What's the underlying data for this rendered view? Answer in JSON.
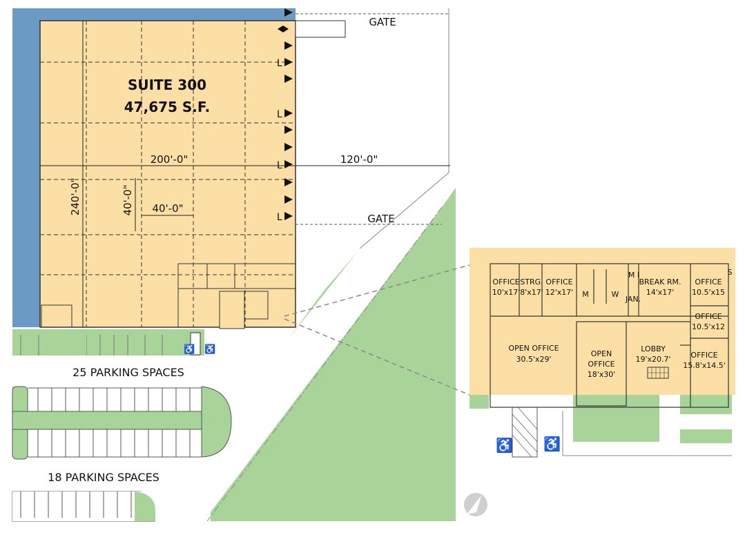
{
  "suite": {
    "name": "SUITE 300",
    "area": "47,675 S.F."
  },
  "dimensions": {
    "width": "200'-0\"",
    "depth": "240'-0\"",
    "truck_court": "120'-0\"",
    "bay_width": "40'-0\"",
    "bay_depth": "40'-0\""
  },
  "gates": {
    "top": "GATE",
    "mid": "GATE"
  },
  "dock_marks": {
    "level": "L"
  },
  "parking": {
    "row1": "25 PARKING SPACES",
    "row2": "18 PARKING SPACES"
  },
  "office_detail": {
    "rooms": [
      {
        "name": "OFFICE",
        "size": "10'x17'"
      },
      {
        "name": "STRG.",
        "size": "8'x17'"
      },
      {
        "name": "OFFICE",
        "size": "12'x17'"
      },
      {
        "name": "BREAK RM.",
        "size": "14'x17'"
      },
      {
        "name": "OFFICE",
        "size": "10.5'x15"
      },
      {
        "name": "OFFICE",
        "size": "10.5'x12"
      },
      {
        "name": "OPEN OFFICE",
        "size": "30.5'x29'"
      },
      {
        "name": "OPEN",
        "size": "OFFICE"
      },
      {
        "name": "LOBBY",
        "size": "19'x20.7'"
      },
      {
        "name": "OFFICE",
        "size": "15.8'x14.5'"
      }
    ],
    "open_office_2_size": "18'x30'",
    "restroom_m": "M",
    "restroom_w": "W",
    "mi_label": "M I",
    "jan_label": "JAN.",
    "s_label": "S"
  },
  "colors": {
    "warehouse": "#fbdfa5",
    "blue_strip": "#6b9ac4",
    "green": "#a8d49a",
    "paving": "#ffffff",
    "line": "#333333"
  },
  "icons": [
    "accessible-parking-icon",
    "north-arrow-icon",
    "dock-door-icon"
  ]
}
